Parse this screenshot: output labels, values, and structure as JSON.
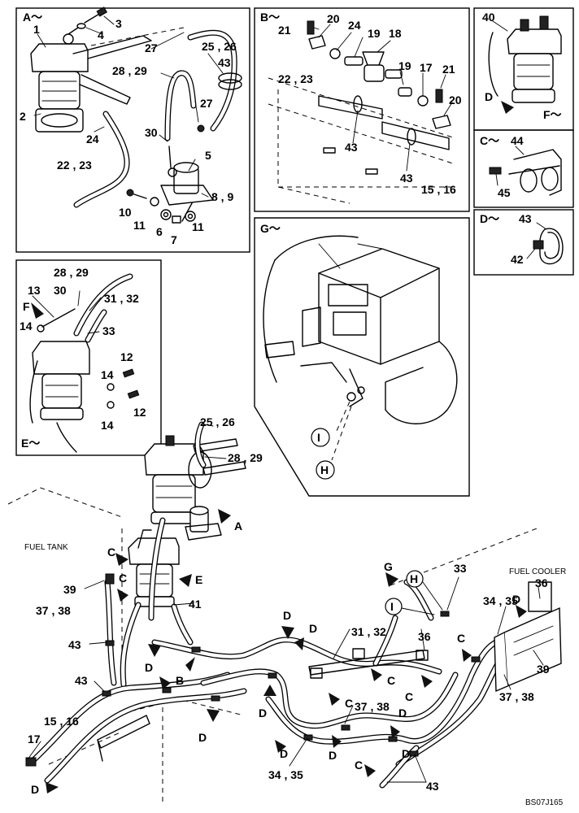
{
  "panels": {
    "A": {
      "title": "A～"
    },
    "B": {
      "title": "B～"
    },
    "C": {
      "title": "C～"
    },
    "D": {
      "title": "D～"
    },
    "E": {
      "title": "E～"
    },
    "F": {
      "title": "F～"
    },
    "G": {
      "title": "G～"
    }
  },
  "labels": {
    "fuel_tank": "FUEL TANK",
    "fuel_cooler": "FUEL COOLER",
    "drawing_code": "BS07J165"
  },
  "callouts": {
    "I": "I",
    "H": "H"
  },
  "part_numbers": {
    "p1": "1",
    "p2": "2",
    "p3": "3",
    "p4": "4",
    "p5": "5",
    "p6": "6",
    "p7": "7",
    "p8_9": "8 , 9",
    "p10": "10",
    "p11": "11",
    "p12": "12",
    "p13": "13",
    "p14": "14",
    "p15_16": "15 , 16",
    "p17": "17",
    "p18": "18",
    "p19": "19",
    "p20": "20",
    "p21": "21",
    "p22_23": "22 , 23",
    "p24": "24",
    "p25_26": "25 , 26",
    "p27": "27",
    "p28_29": "28 , 29",
    "p30": "30",
    "p31_32": "31 , 32",
    "p33": "33",
    "p34_35": "34 , 35",
    "p36": "36",
    "p37_38": "37 , 38",
    "p39": "39",
    "p40": "40",
    "p41": "41",
    "p42": "42",
    "p43": "43",
    "p44": "44",
    "p45": "45"
  },
  "view_letters": {
    "A": "A",
    "B": "B",
    "C": "C",
    "D": "D",
    "E": "E",
    "F": "F",
    "G": "G"
  }
}
